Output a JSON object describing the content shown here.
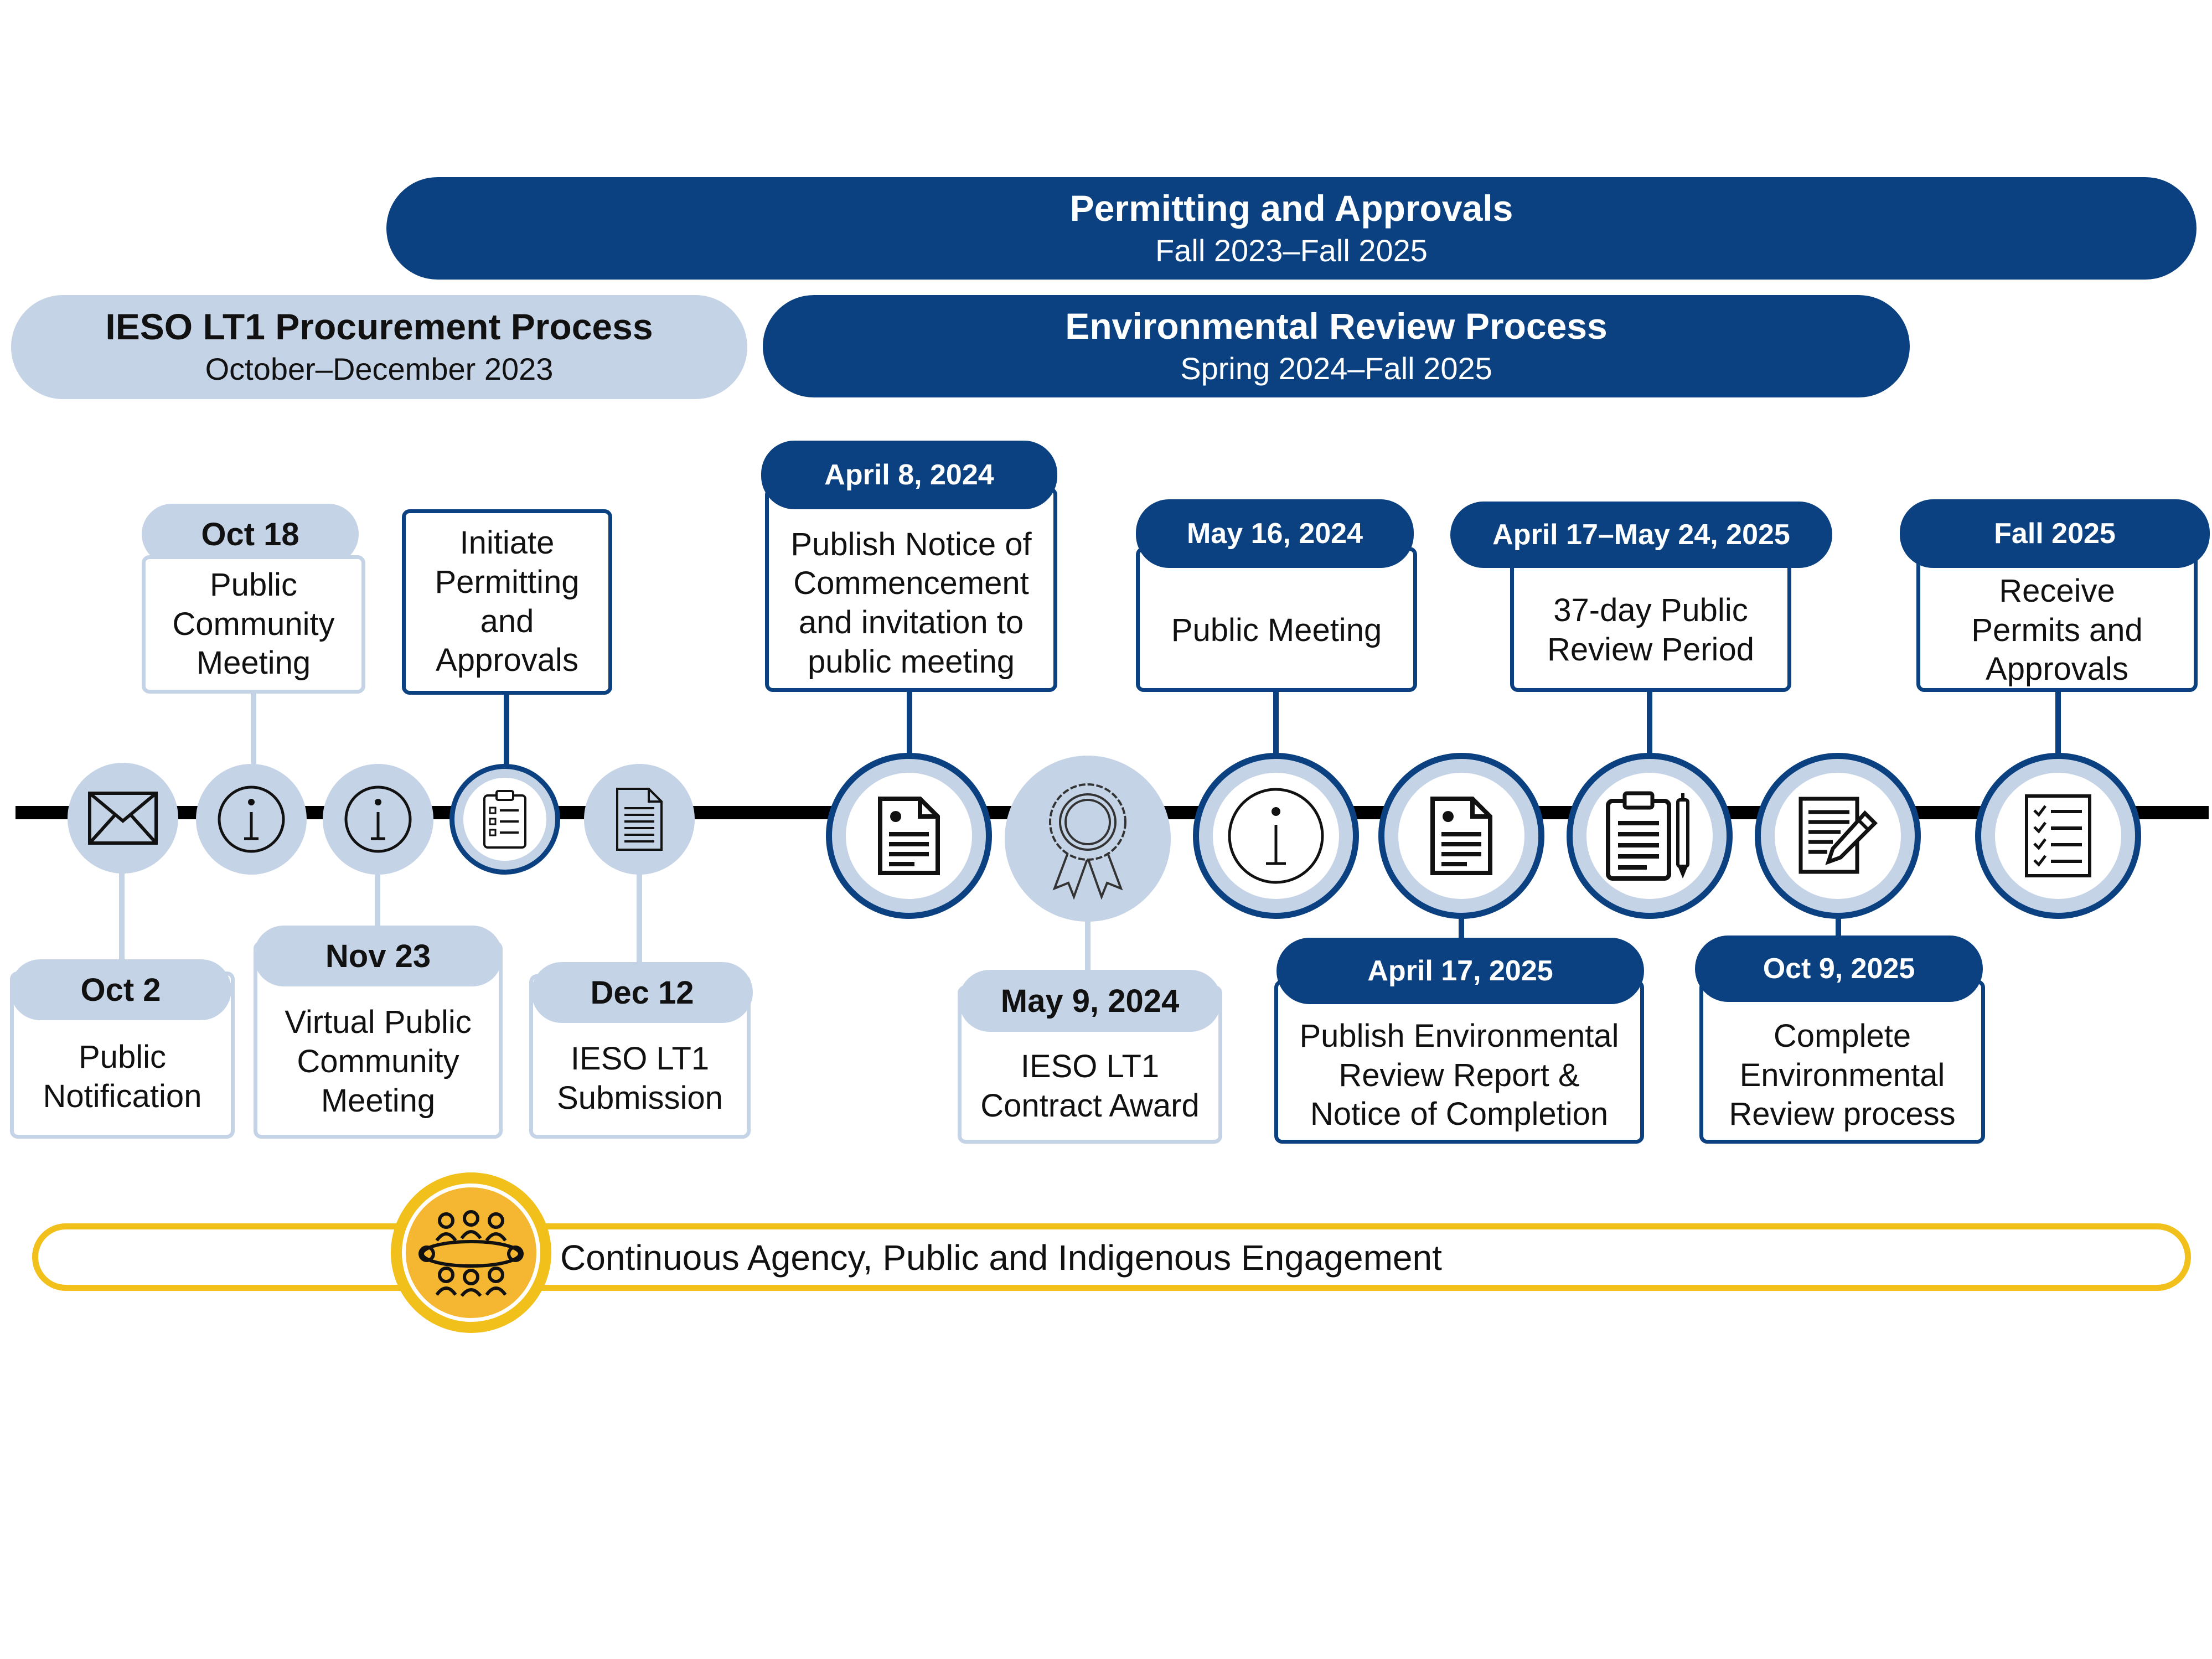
{
  "phases": {
    "permitting": {
      "title": "Permitting and Approvals",
      "dates": "Fall 2023–Fall 2025"
    },
    "procurement": {
      "title": "IESO LT1 Procurement Process",
      "dates": "October–December 2023"
    },
    "environmental": {
      "title": "Environmental Review Process",
      "dates": "Spring 2024–Fall 2025"
    }
  },
  "milestones": {
    "oct2": {
      "date": "Oct 2",
      "text": "Public Notification",
      "icon": "envelope-icon"
    },
    "oct18": {
      "date": "Oct 18",
      "text": "Public Community Meeting",
      "icon": "info-icon"
    },
    "nov23": {
      "date": "Nov 23",
      "text": "Virtual Public Community Meeting",
      "icon": "info-icon"
    },
    "initiate": {
      "text": "Initiate Permitting and Approvals",
      "icon": "clipboard-checklist-icon"
    },
    "dec12": {
      "date": "Dec 12",
      "text": "IESO LT1 Submission",
      "icon": "document-icon"
    },
    "apr8": {
      "date": "April 8, 2024",
      "text": "Publish Notice of Commencement and invitation to public meeting",
      "icon": "document-icon"
    },
    "may9": {
      "date": "May 9, 2024",
      "text": "IESO LT1 Contract Award",
      "icon": "award-ribbon-icon"
    },
    "may16": {
      "date": "May 16, 2024",
      "text": "Public Meeting",
      "icon": "info-icon"
    },
    "apr17_2025": {
      "date": "April 17, 2025",
      "text": "Publish Environmental Review Report & Notice of Completion",
      "icon": "document-icon"
    },
    "review": {
      "date": "April 17–May 24, 2025",
      "text": "37-day Public Review Period",
      "icon": "clipboard-pen-icon"
    },
    "oct9": {
      "date": "Oct 9, 2025",
      "text": "Complete Environmental Review process",
      "icon": "document-edit-icon"
    },
    "fall2025": {
      "date": "Fall 2025",
      "text": "Receive Permits and Approvals",
      "icon": "checklist-icon"
    }
  },
  "engagement": {
    "text": "Continuous Agency, Public and Indigenous Engagement",
    "icon": "people-meeting-icon"
  },
  "colors": {
    "dark_blue": "#0b4180",
    "light_blue": "#c5d3e6",
    "engagement_yellow": "#f2c01a",
    "axis": "#000000"
  }
}
